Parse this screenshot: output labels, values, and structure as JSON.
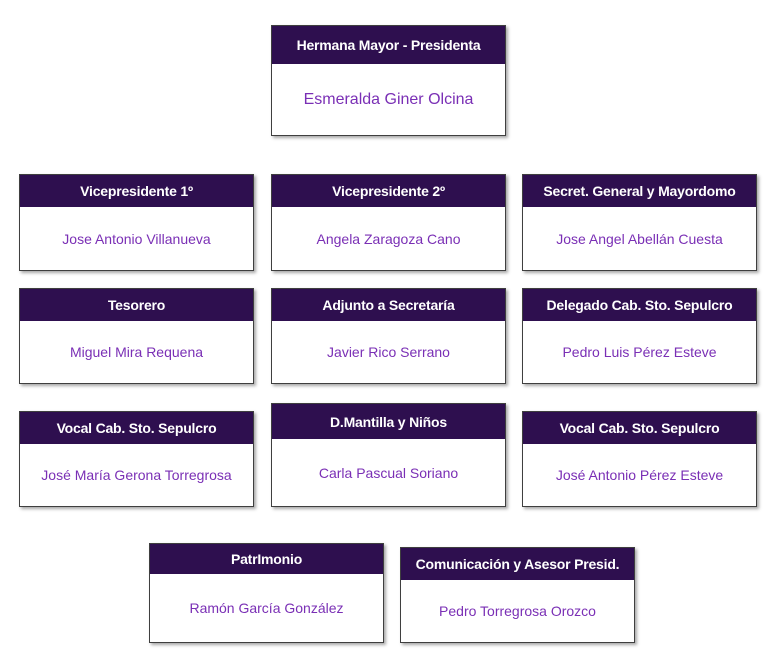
{
  "cards": [
    {
      "role": "Hermana Mayor - Presidenta",
      "name": "Esmeralda Giner Olcina"
    },
    {
      "role": "Vicepresidente 1º",
      "name": "Jose Antonio Villanueva"
    },
    {
      "role": "Vicepresidente 2º",
      "name": "Angela Zaragoza Cano"
    },
    {
      "role": "Secret. General y Mayordomo",
      "name": "Jose Angel Abellán Cuesta"
    },
    {
      "role": "Tesorero",
      "name": "Miguel Mira Requena"
    },
    {
      "role": "Adjunto a Secretaría",
      "name": "Javier Rico Serrano"
    },
    {
      "role": "Delegado Cab. Sto. Sepulcro",
      "name": "Pedro Luis Pérez Esteve"
    },
    {
      "role": "Vocal Cab. Sto. Sepulcro",
      "name": "José María Gerona Torregrosa"
    },
    {
      "role": "D.Mantilla y Niños",
      "name": "Carla Pascual Soriano"
    },
    {
      "role": "Vocal Cab. Sto. Sepulcro",
      "name": "José Antonio Pérez Esteve"
    },
    {
      "role": "PatrImonio",
      "name": "Ramón García González"
    },
    {
      "role": "Comunicación y Asesor Presid.",
      "name": "Pedro Torregrosa Orozco"
    }
  ]
}
